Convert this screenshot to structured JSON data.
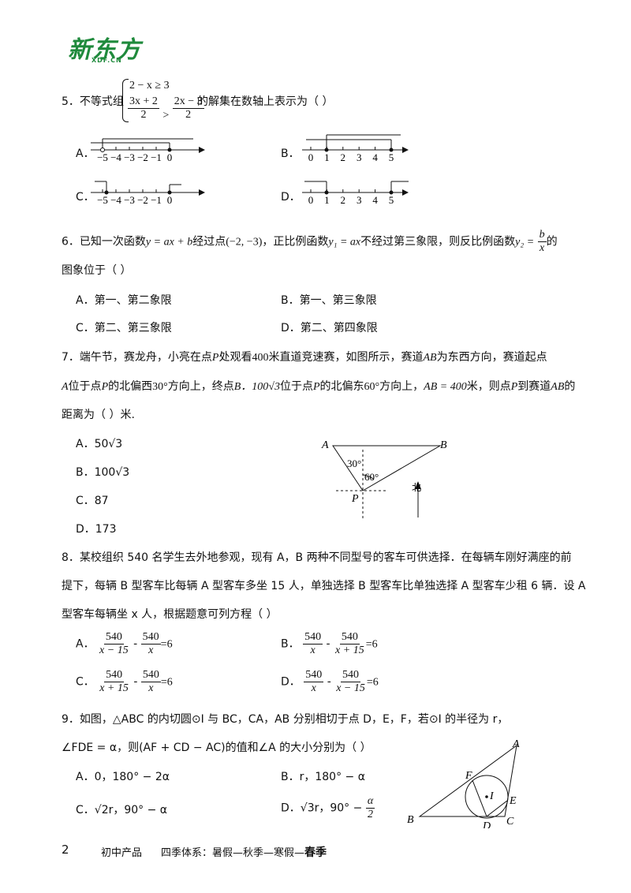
{
  "logo": {
    "main": "新东方",
    "sub": "XDF.CN"
  },
  "q5": {
    "prefix": "5．不等式组",
    "ineq1": "2 − x ≥ 3",
    "ineq2_left_num": "3x + 2",
    "ineq2_left_den": "2",
    "ineq2_op": ">",
    "ineq2_right_num": "2x − 3",
    "ineq2_right_den": "2",
    "suffix": "的解集在数轴上表示为（    ）",
    "A": "A．",
    "B": "B．",
    "C": "C．",
    "D": "D．",
    "ticksA": [
      "−5",
      "−4",
      "−3",
      "−2",
      "−1",
      "0"
    ],
    "ticksB": [
      "0",
      "1",
      "2",
      "3",
      "4",
      "5"
    ],
    "ticksC": [
      "−5",
      "−4",
      "−3",
      "−2",
      "−1",
      "0"
    ],
    "ticksD": [
      "0",
      "1",
      "2",
      "3",
      "4",
      "5"
    ]
  },
  "q6": {
    "line1_a": "6．已知一次函数",
    "f1": "y = ax + b",
    "line1_b": "经过点",
    "pt": "(−2, −3)",
    "line1_c": "，正比例函数",
    "f2": "y₁ = ax",
    "line1_d": "不经过第三象限，则反比例函数",
    "f3": "y₂ =",
    "f3_num": "b",
    "f3_den": "x",
    "line1_e": "的",
    "line2": "图象位于（    ）",
    "A": "A．第一、第二象限",
    "B": "B．第一、第三象限",
    "C": "C．第二、第三象限",
    "D": "D．第二、第四象限"
  },
  "q7": {
    "line1_a": "7．端午节，赛龙舟，小亮在点",
    "P": "P",
    "line1_b": "处观看",
    "n400": "400",
    "line1_c": "米直道竞速赛，如图所示，赛道",
    "AB": "AB",
    "line1_d": "为东西方向，赛道起点",
    "line2_a": "A",
    "line2_b": "位于点",
    "line2_c": "的北偏西",
    "deg30": "30°",
    "line2_d": "方向上，终点",
    "B": "B．100√3",
    "line2_e": "位于点",
    "line2_f": "的北偏东",
    "deg60": "60°",
    "line2_g": "方向上，",
    "eq": "AB = 400",
    "line2_h": "米，则点",
    "line2_i": "到赛道",
    "line2_j": "的",
    "line3": "距离为（    ）米.",
    "A": "A．50√3",
    "C": "C．87",
    "D": "D．173",
    "fig": {
      "A": "A",
      "B": "B",
      "P": "P",
      "a30": "30°",
      "a60": "60°",
      "north": "北"
    }
  },
  "q8": {
    "line1": "8．某校组织 540 名学生去外地参观，现有 A，B 两种不同型号的客车可供选择．在每辆车刚好满座的前",
    "line2": "提下，每辆 B 型客车比每辆 A 型客车多坐 15 人，单独选择 B 型客车比单独选择 A 型客车少租 6 辆．设 A",
    "line3": "型客车每辆坐 x 人，根据题意可列方程（        ）",
    "A": "A．",
    "B": "B．",
    "C": "C．",
    "D": "D．",
    "n540": "540",
    "xm15": "x − 15",
    "x": "x",
    "xp15": "x + 15",
    "minus": "-",
    "eq6": "=6"
  },
  "q9": {
    "line1": "9．如图，△ABC 的内切圆⊙I 与 BC，CA，AB 分别相切于点 D，E，F，若⊙I 的半径为 r，",
    "line2": "∠FDE = α，则(AF + CD − AC)的值和∠A 的大小分别为（    ）",
    "A": "A．0，180° − 2α",
    "B": "B．r，180° − α",
    "C": "C．√2r，90° − α",
    "D_a": "D．√3r，90° −",
    "D_num": "α",
    "D_den": "2",
    "fig": {
      "A": "A",
      "B": "B",
      "C": "C",
      "D": "D",
      "E": "E",
      "F": "F",
      "I": "I"
    }
  },
  "footer": {
    "page": "2",
    "product": "初中产品",
    "system": "四季体系：暑假—秋季—寒假—",
    "season": "春季"
  }
}
